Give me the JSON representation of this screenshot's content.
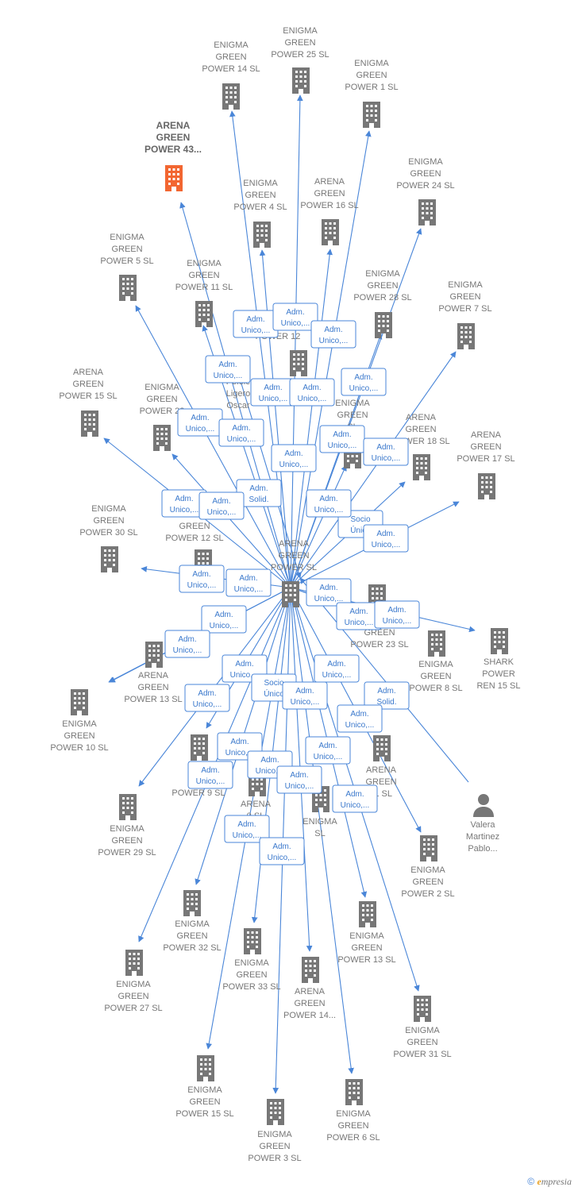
{
  "colors": {
    "edge": "#4a86d8",
    "node": "#777777",
    "highlight": "#f26631"
  },
  "center": {
    "lines": [
      "ARENA",
      "GREEN",
      "POWER  SL"
    ],
    "icon": "building-icon"
  },
  "nodes": [
    {
      "id": "n-eg14",
      "lines": [
        "ENIGMA",
        "GREEN",
        "POWER 14  SL"
      ],
      "icon": "building-icon"
    },
    {
      "id": "n-eg25",
      "lines": [
        "ENIGMA",
        "GREEN",
        "POWER 25  SL"
      ],
      "icon": "building-icon"
    },
    {
      "id": "n-eg1",
      "lines": [
        "ENIGMA",
        "GREEN",
        "POWER 1  SL"
      ],
      "icon": "building-icon"
    },
    {
      "id": "n-ag43",
      "lines": [
        "ARENA",
        "GREEN",
        "POWER 43..."
      ],
      "icon": "building-icon",
      "highlight": true
    },
    {
      "id": "n-eg24",
      "lines": [
        "ENIGMA",
        "GREEN",
        "POWER 24  SL"
      ],
      "icon": "building-icon"
    },
    {
      "id": "n-eg4",
      "lines": [
        "ENIGMA",
        "GREEN",
        "POWER 4  SL"
      ],
      "icon": "building-icon"
    },
    {
      "id": "n-ag16",
      "lines": [
        "ARENA",
        "GREEN",
        "POWER 16  SL"
      ],
      "icon": "building-icon"
    },
    {
      "id": "n-eg5",
      "lines": [
        "ENIGMA",
        "GREEN",
        "POWER 5  SL"
      ],
      "icon": "building-icon"
    },
    {
      "id": "n-eg11",
      "lines": [
        "ENIGMA",
        "GREEN",
        "POWER 11  SL"
      ],
      "icon": "building-icon"
    },
    {
      "id": "n-eg28",
      "lines": [
        "ENIGMA",
        "GREEN",
        "POWER 28  SL"
      ],
      "icon": "building-icon"
    },
    {
      "id": "n-eg7",
      "lines": [
        "ENIGMA",
        "GREEN",
        "POWER 7  SL"
      ],
      "icon": "building-icon"
    },
    {
      "id": "n-p12",
      "lines": [
        "POWER 12"
      ],
      "icon": "building-icon"
    },
    {
      "id": "n-ag15",
      "lines": [
        "ARENA",
        "GREEN",
        "POWER 15  SL"
      ],
      "icon": "building-icon"
    },
    {
      "id": "n-eg22",
      "lines": [
        "ENIGMA",
        "GREEN",
        "POWER 22"
      ],
      "icon": "building-icon"
    },
    {
      "id": "n-e-sl",
      "lines": [
        "ENIGMA",
        "GREEN",
        "SL"
      ],
      "icon": "building-icon"
    },
    {
      "id": "n-ag18",
      "lines": [
        "ARENA",
        "GREEN",
        "POWER 18  SL"
      ],
      "icon": "building-icon"
    },
    {
      "id": "n-ag17",
      "lines": [
        "ARENA",
        "GREEN",
        "POWER 17  SL"
      ],
      "icon": "building-icon"
    },
    {
      "id": "n-eg30",
      "lines": [
        "ENIGMA",
        "GREEN",
        "POWER 30  SL"
      ],
      "icon": "building-icon"
    },
    {
      "id": "n-ag12",
      "lines": [
        "AR",
        "GREEN",
        "POWER 12  SL"
      ],
      "icon": "building-icon"
    },
    {
      "id": "n-eg23",
      "lines": [
        "GREEN",
        "POWER 23  SL"
      ],
      "icon": "building-icon"
    },
    {
      "id": "n-eg8",
      "lines": [
        "ENIGMA",
        "GREEN",
        "POWER 8  SL"
      ],
      "icon": "building-icon"
    },
    {
      "id": "n-shark",
      "lines": [
        "SHARK",
        "POWER",
        "REN 15  SL"
      ],
      "icon": "building-icon"
    },
    {
      "id": "n-ag13",
      "lines": [
        "ARENA",
        "GREEN",
        "POWER 13  SL"
      ],
      "icon": "building-icon"
    },
    {
      "id": "n-eg10",
      "lines": [
        "ENIGMA",
        "GREEN",
        "POWER 10  SL"
      ],
      "icon": "building-icon"
    },
    {
      "id": "n-eg9",
      "lines": [
        "ENIG",
        "GR",
        "POWER 9  SL"
      ],
      "icon": "building-icon"
    },
    {
      "id": "n-aren",
      "lines": [
        "ARENA",
        "0  SL"
      ],
      "icon": "building-icon"
    },
    {
      "id": "n-enig",
      "lines": [
        "ENIGMA",
        "SL"
      ],
      "icon": "building-icon"
    },
    {
      "id": "n-ag11",
      "lines": [
        "ARENA",
        "GREEN",
        "11  SL"
      ],
      "icon": "building-icon"
    },
    {
      "id": "n-valera",
      "lines": [
        "Valera",
        "Martinez",
        "Pablo..."
      ],
      "icon": "person-icon"
    },
    {
      "id": "n-eg29",
      "lines": [
        "ENIGMA",
        "GREEN",
        "POWER 29  SL"
      ],
      "icon": "building-icon"
    },
    {
      "id": "n-eg2",
      "lines": [
        "ENIGMA",
        "GREEN",
        "POWER 2  SL"
      ],
      "icon": "building-icon"
    },
    {
      "id": "n-eg32",
      "lines": [
        "ENIGMA",
        "GREEN",
        "POWER 32  SL"
      ],
      "icon": "building-icon"
    },
    {
      "id": "n-eg13",
      "lines": [
        "ENIGMA",
        "GREEN",
        "POWER 13  SL"
      ],
      "icon": "building-icon"
    },
    {
      "id": "n-eg27",
      "lines": [
        "ENIGMA",
        "GREEN",
        "POWER 27  SL"
      ],
      "icon": "building-icon"
    },
    {
      "id": "n-eg33",
      "lines": [
        "ENIGMA",
        "GREEN",
        "POWER 33  SL"
      ],
      "icon": "building-icon"
    },
    {
      "id": "n-ag14",
      "lines": [
        "ARENA",
        "GREEN",
        "POWER 14..."
      ],
      "icon": "building-icon"
    },
    {
      "id": "n-eg31",
      "lines": [
        "ENIGMA",
        "GREEN",
        "POWER 31  SL"
      ],
      "icon": "building-icon"
    },
    {
      "id": "n-eg15",
      "lines": [
        "ENIGMA",
        "GREEN",
        "POWER 15  SL"
      ],
      "icon": "building-icon"
    },
    {
      "id": "n-eg6",
      "lines": [
        "ENIGMA",
        "GREEN",
        "POWER 6  SL"
      ],
      "icon": "building-icon"
    },
    {
      "id": "n-eg3",
      "lines": [
        "ENIGMA",
        "GREEN",
        "POWER 3  SL"
      ],
      "icon": "building-icon"
    },
    {
      "id": "n-pelele",
      "lines": [
        "Pelele",
        "Ligero",
        "Oscar"
      ],
      "icon": "person-icon"
    }
  ],
  "edge_labels": [
    [
      "Adm.",
      "Unico,..."
    ],
    [
      "Adm.",
      "Unico,..."
    ],
    [
      "Adm.",
      "Unico,..."
    ],
    [
      "Adm.",
      "Unico,..."
    ],
    [
      "Adm.",
      "Unico,..."
    ],
    [
      "Adm.",
      "Unico,..."
    ],
    [
      "Adm.",
      "Unico,..."
    ],
    [
      "Adm.",
      "Unico,..."
    ],
    [
      "Adm.",
      "Unico,..."
    ],
    [
      "Adm.",
      "Unico,..."
    ],
    [
      "Adm.",
      "Unico,..."
    ],
    [
      "Adm.",
      "Unico,..."
    ],
    [
      "Adm.",
      "Solid."
    ],
    [
      "Adm.",
      "Unico,..."
    ],
    [
      "Adm.",
      "Unico,..."
    ],
    [
      "Socio",
      "Único"
    ],
    [
      "Adm.",
      "Unico,..."
    ],
    [
      "Adm.",
      "Unico,..."
    ],
    [
      "Adm.",
      "Unico,..."
    ],
    [
      "Adm.",
      "Unico,..."
    ],
    [
      "Adm.",
      "Unico,..."
    ],
    [
      "Adm.",
      "Unico,..."
    ],
    [
      "Adm.",
      "Unico,..."
    ],
    [
      "Adm.",
      "Unico,..."
    ],
    [
      "Adm.",
      "Unico,..."
    ],
    [
      "Adm.",
      "Unico,..."
    ],
    [
      "Socio",
      "Único"
    ],
    [
      "Adm.",
      "Unico,..."
    ],
    [
      "Adm.",
      "Solid."
    ],
    [
      "Adm.",
      "Unico,..."
    ],
    [
      "Adm.",
      "Unico,..."
    ],
    [
      "Adm.",
      "Unico,..."
    ],
    [
      "Adm.",
      "Unico,..."
    ],
    [
      "Adm.",
      "Unico,..."
    ],
    [
      "Adm.",
      "Unico,..."
    ],
    [
      "Adm.",
      "Unico,..."
    ],
    [
      "Adm.",
      "Unico,..."
    ],
    [
      "Adm.",
      "Unico,..."
    ],
    [
      "Adm.",
      "Unico,..."
    ],
    [
      "Adm.",
      "Unico,..."
    ]
  ],
  "footer": {
    "copyright": "©",
    "brand_initial": "e",
    "brand_rest": "mpresia"
  }
}
